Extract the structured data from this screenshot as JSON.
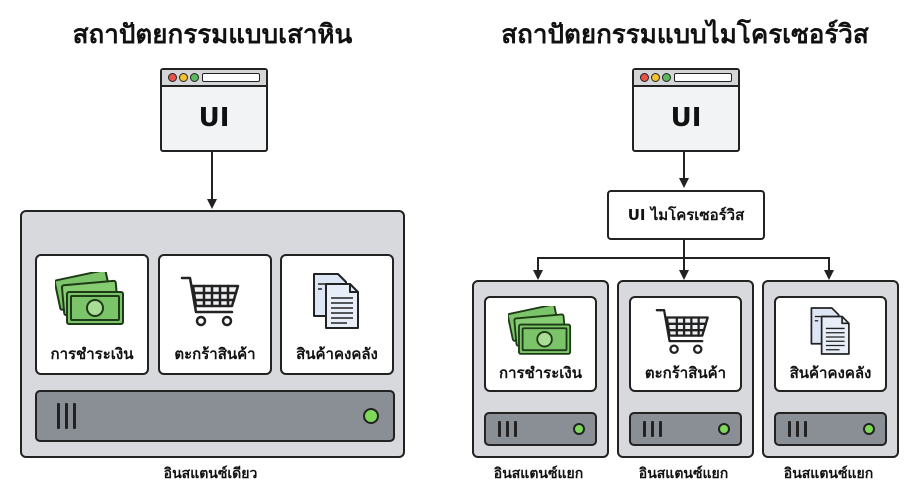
{
  "monolith": {
    "title": "สถาปัตยกรรมแบบเสาหิน",
    "ui_label": "UI",
    "services": [
      {
        "label": "การชำระเงิน",
        "icon": "money-icon"
      },
      {
        "label": "ตะกร้าสินค้า",
        "icon": "cart-icon"
      },
      {
        "label": "สินค้าคงคลัง",
        "icon": "documents-icon"
      }
    ],
    "instance_caption": "อินสแตนซ์เดียว"
  },
  "microservices": {
    "title": "สถาปัตยกรรมแบบไมโครเซอร์วิส",
    "ui_label": "UI",
    "gateway_label": "UI ไมโครเซอร์วิส",
    "services": [
      {
        "label": "การชำระเงิน",
        "icon": "money-icon",
        "caption": "อินสแตนซ์แยก"
      },
      {
        "label": "ตะกร้าสินค้า",
        "icon": "cart-icon",
        "caption": "อินสแตนซ์แยก"
      },
      {
        "label": "สินค้าคงคลัง",
        "icon": "documents-icon",
        "caption": "อินสแตนซ์แยก"
      }
    ]
  },
  "colors": {
    "container": "#d7d9dc",
    "server": "#8a8f95",
    "led": "#7ed957",
    "money": "#7cc46a",
    "document": "#dde6f4"
  }
}
